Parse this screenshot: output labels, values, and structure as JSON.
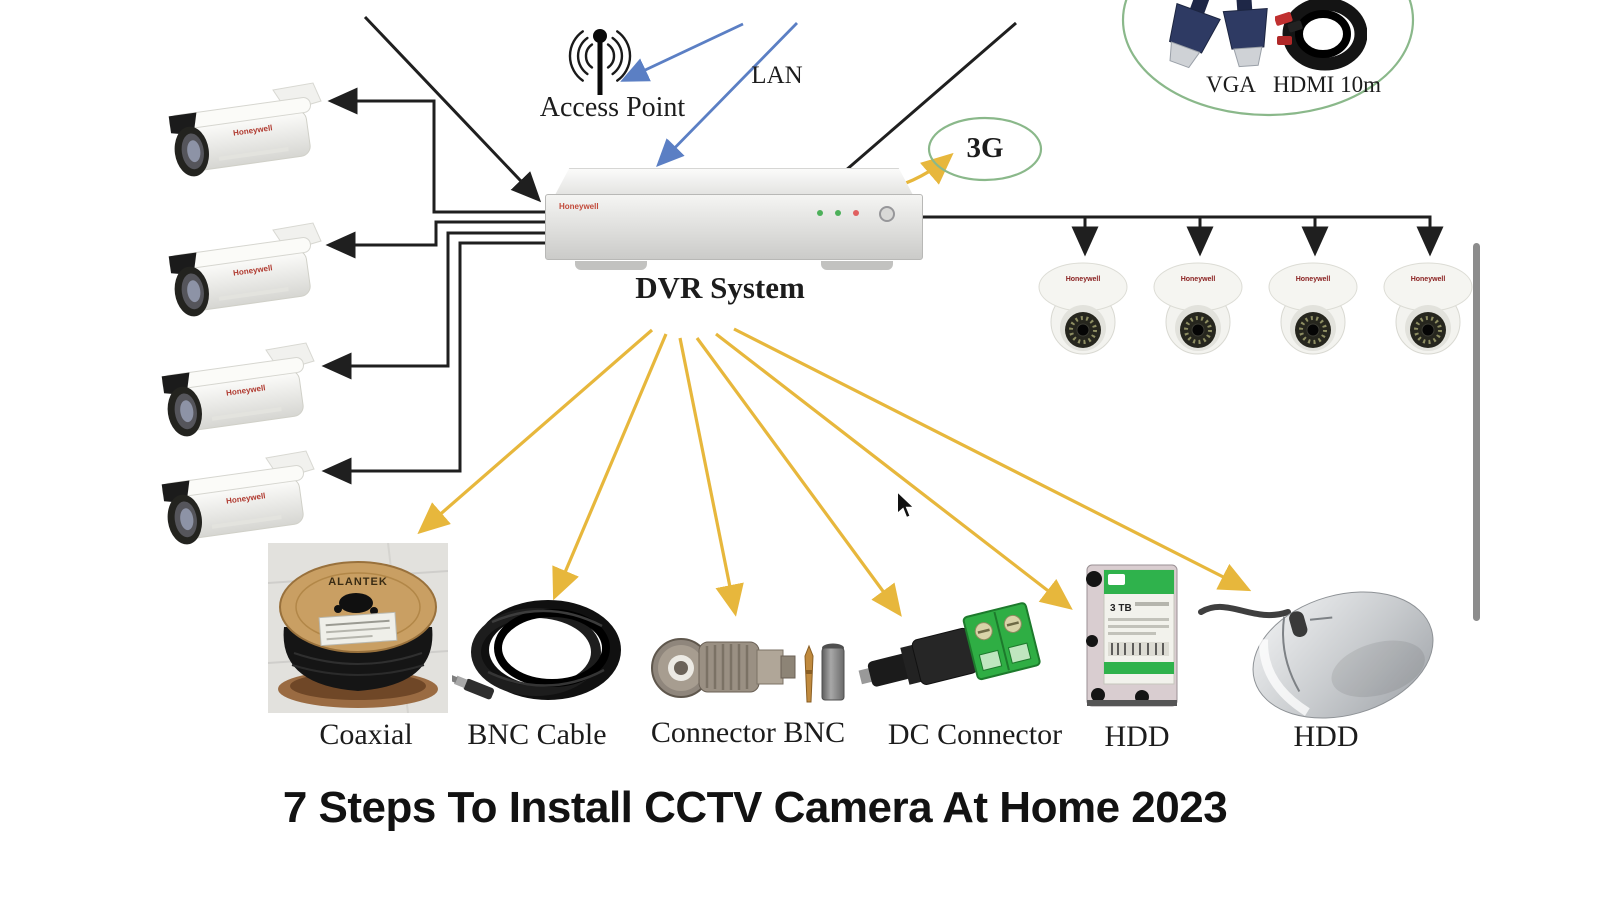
{
  "title": "7 Steps To Install CCTV Camera At Home 2023",
  "colors": {
    "background": "#ffffff",
    "wire_black": "#1f1f1f",
    "arrow_blue": "#5b7fc4",
    "arrow_yellow": "#e7b73c",
    "ellipse_green": "#8ab88a",
    "led_green": "#4db05a",
    "led_red": "#e06060"
  },
  "network": {
    "access_point": {
      "label": "Access Point",
      "icon": "wifi-antenna-icon"
    },
    "lan": {
      "label": "LAN"
    },
    "cellular": {
      "label": "3G"
    },
    "display_cables": {
      "vga": {
        "label": "VGA"
      },
      "hdmi": {
        "label": "HDMI 10m"
      }
    }
  },
  "dvr": {
    "label": "DVR System",
    "brand": "Honeywell",
    "leds": [
      "green",
      "green",
      "red"
    ]
  },
  "cameras": {
    "bullet": {
      "count": 4,
      "brand": "Honeywell"
    },
    "dome": {
      "count": 4,
      "brand": "Honeywell"
    }
  },
  "accessories": [
    {
      "label": "Coaxial",
      "brand": "ALANTEK"
    },
    {
      "label": "BNC Cable"
    },
    {
      "label": "Connector BNC"
    },
    {
      "label": "DC Connector"
    },
    {
      "label": "HDD",
      "sticker": "3 TB"
    },
    {
      "label": "HDD"
    }
  ]
}
